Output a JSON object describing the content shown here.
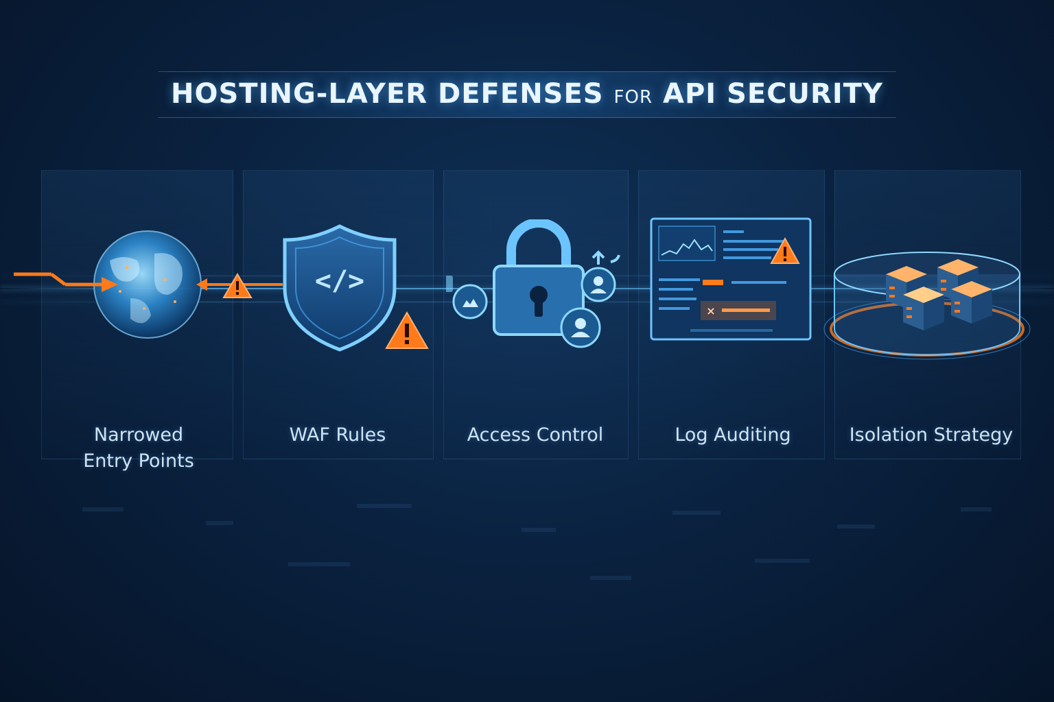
{
  "title": {
    "main": "HOSTING-LAYER DEFENSES",
    "connector": "FOR",
    "tail": "API SECURITY"
  },
  "steps": [
    {
      "label_line1": "Narrowed",
      "label_line2": "Entry Points",
      "icon": "globe-icon"
    },
    {
      "label_line1": "WAF Rules",
      "icon": "shield-code-icon"
    },
    {
      "label_line1": "Access Control",
      "icon": "padlock-icon"
    },
    {
      "label_line1": "Log Auditing",
      "icon": "log-dashboard-icon"
    },
    {
      "label_line1": "Isolation Strategy",
      "icon": "isolated-servers-icon"
    }
  ],
  "colors": {
    "background": "#0a2240",
    "accent_blue": "#4fb3ff",
    "warning_orange": "#ff7a1a",
    "text": "#cfe3f2"
  }
}
